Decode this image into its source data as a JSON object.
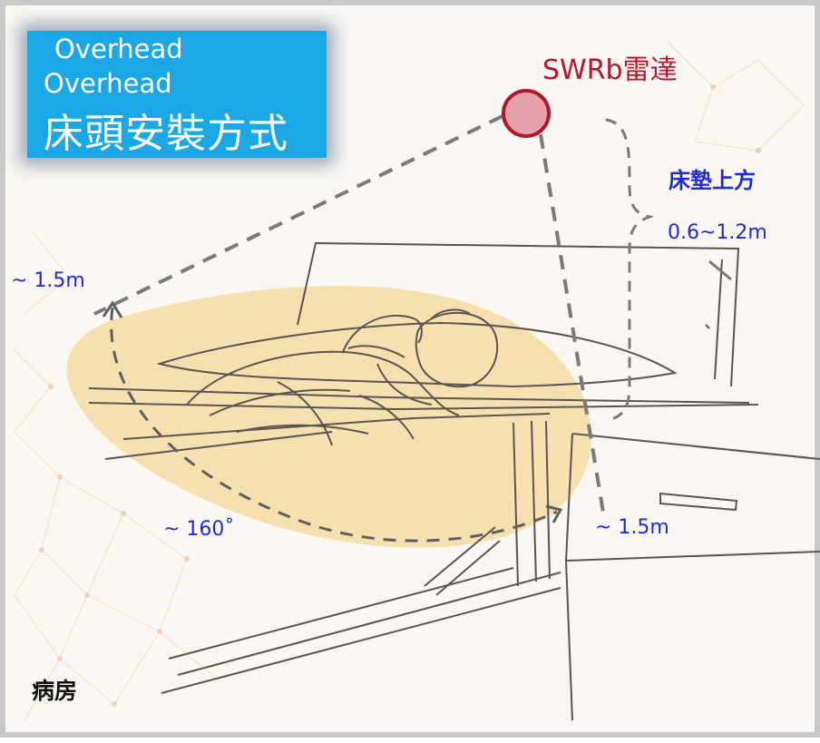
{
  "title": {
    "line1": "Overhead",
    "line2": "Overhead",
    "line3": "床頭安裝方式"
  },
  "radar": {
    "label": "SWRb雷達",
    "color": "#b2172a",
    "dot_color": "#e6a2a9"
  },
  "mounting": {
    "position_label": "床墊上方",
    "height_range": "0.6~1.2m"
  },
  "coverage": {
    "left_distance": "~ 1.5m",
    "angle": "~ 160˚",
    "right_distance": "~ 1.5m",
    "zone_color": "#f6dca2"
  },
  "room_label": "病房",
  "colors": {
    "title_bg": "#1ba7e6",
    "annotation_blue": "#1c2cd8",
    "dashed_line": "#7a7a7a",
    "sketch_line": "#5a5551"
  }
}
